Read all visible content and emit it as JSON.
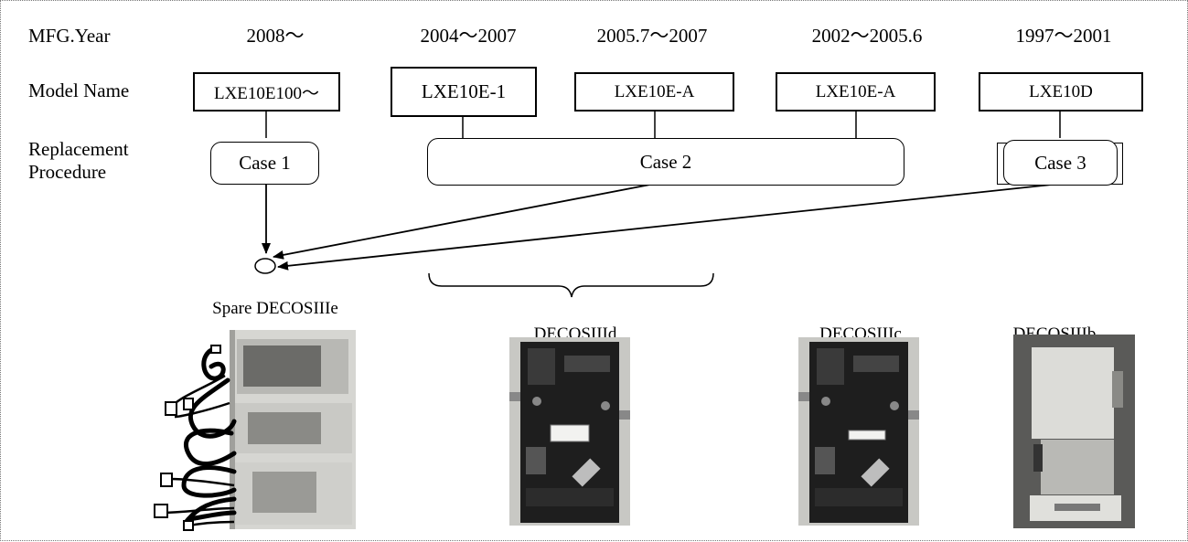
{
  "rows": {
    "mfg_year": "MFG.Year",
    "model_name": "Model Name",
    "replacement_line1": "Replacement",
    "replacement_line2": "Procedure"
  },
  "years": [
    "2008〜",
    "2004〜2007",
    "2005.7〜2007",
    "2002〜2005.6",
    "1997〜2001"
  ],
  "models": [
    "LXE10E100〜",
    "LXE10E-1",
    "LXE10E-A",
    "LXE10E-A",
    "LXE10D"
  ],
  "cases": [
    "Case 1",
    "Case 2",
    "Case 3"
  ],
  "boards": [
    "Spare DECOSIIIe",
    "DECOSIIId",
    "DECOSIIIc",
    "DECOSIIIb"
  ]
}
